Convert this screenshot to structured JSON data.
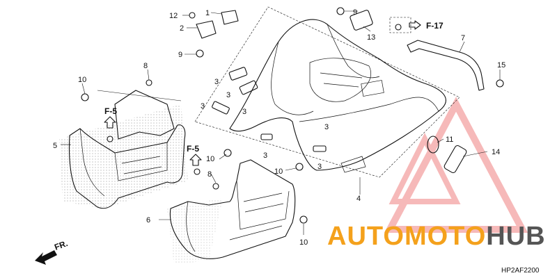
{
  "callouts": {
    "c1": "1",
    "c2": "2",
    "c3a": "3",
    "c3b": "3",
    "c3c": "3",
    "c3d": "3",
    "c3e": "3",
    "c3f": "3",
    "c3g": "3",
    "c4": "4",
    "c5": "5",
    "c6": "6",
    "c7": "7",
    "c8a": "8",
    "c8b": "8",
    "c9a": "9",
    "c9b": "9",
    "c10a": "10",
    "c10b": "10",
    "c10c": "10",
    "c10d": "10",
    "c11": "11",
    "c12": "12",
    "c13": "13",
    "c14": "14",
    "c15": "15"
  },
  "refs": {
    "f5_left": "F-5",
    "f5_center": "F-5",
    "f17": "F-17"
  },
  "direction_label": "FR.",
  "diagram_code": "HP2AF2200",
  "watermark": {
    "part1": "AUTOMOTO",
    "part2": "HUB",
    "color1": "#f4a11c",
    "color2": "#555555",
    "triangle_color": "#f08080"
  }
}
